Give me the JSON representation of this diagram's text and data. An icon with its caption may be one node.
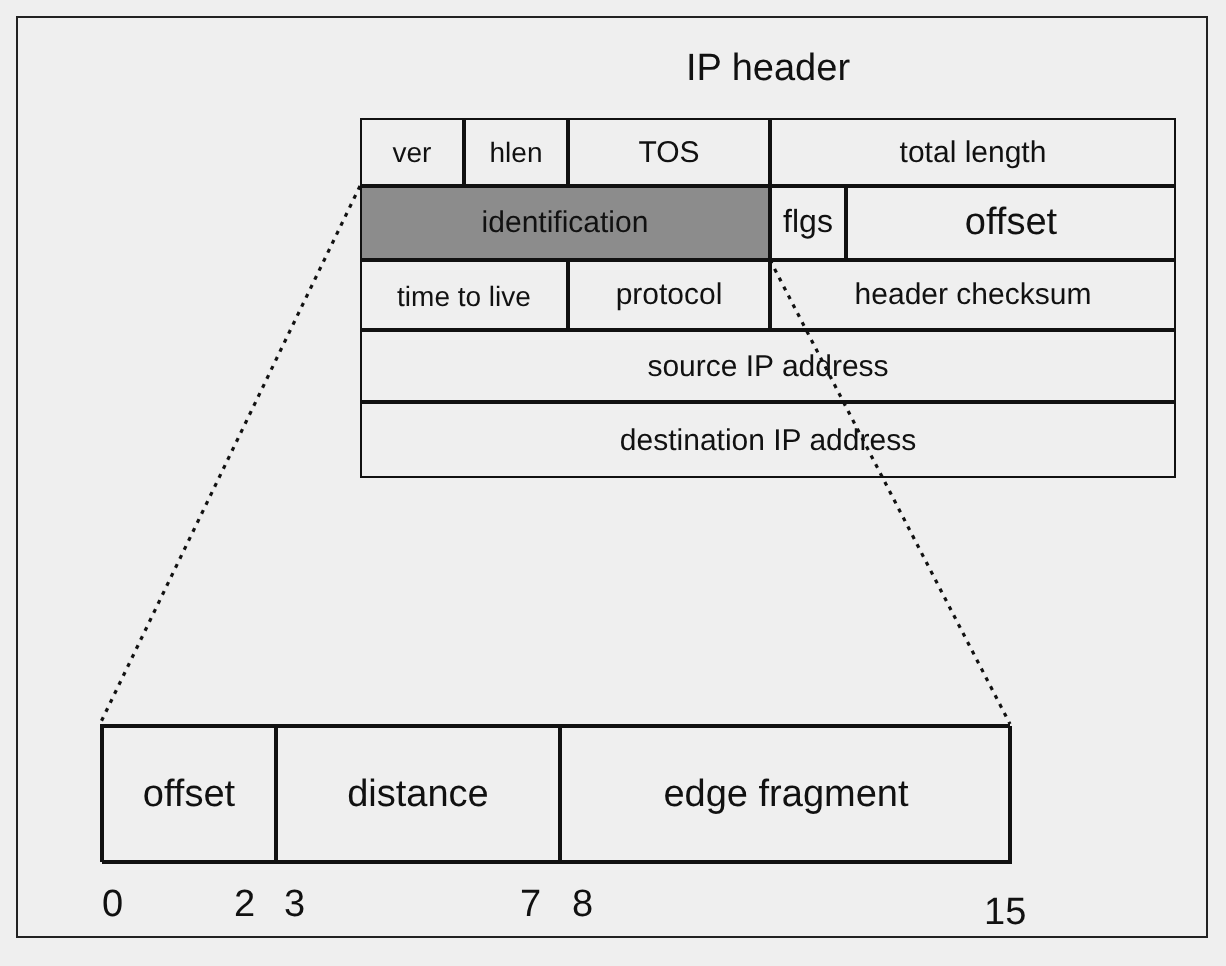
{
  "diagram": {
    "nodes": [
      {
        "text": [
          "IP header"
        ]
      },
      {
        "text": [
          "ver"
        ],
        "in": 0
      },
      {
        "text": [
          "hlen"
        ],
        "in": 0
      },
      {
        "text": [
          "TOS"
        ],
        "in": 0
      },
      {
        "text": [
          "total length"
        ],
        "in": 0
      },
      {
        "text": [
          "identification"
        ],
        "in": 0
      },
      {
        "text": [
          "flgs"
        ],
        "in": 0
      },
      {
        "text": [
          "offset"
        ],
        "in": 0
      },
      {
        "text": [
          "time to live"
        ],
        "in": 0
      },
      {
        "text": [
          "protocol"
        ],
        "in": 0
      },
      {
        "text": [
          "header checksum"
        ],
        "in": 0
      },
      {
        "text": [
          "source IP address"
        ],
        "in": 0
      },
      {
        "text": [
          "destination IP address"
        ],
        "in": 0
      },
      {
        "text": [],
        "shape": "box"
      },
      {
        "text": [
          "offset"
        ],
        "in": 13
      },
      {
        "text": [
          "distance"
        ],
        "in": 13
      },
      {
        "text": [
          "edge fragment"
        ],
        "in": 13
      }
    ],
    "edges": [
      {
        "from": 5,
        "to": 13,
        "arrow": "none",
        "style": "dashed"
      },
      {
        "from": 5,
        "to": 13,
        "arrow": "none",
        "style": "dashed"
      }
    ],
    "labels": [
      "0",
      "2",
      "3",
      "7",
      "8",
      "15"
    ]
  }
}
